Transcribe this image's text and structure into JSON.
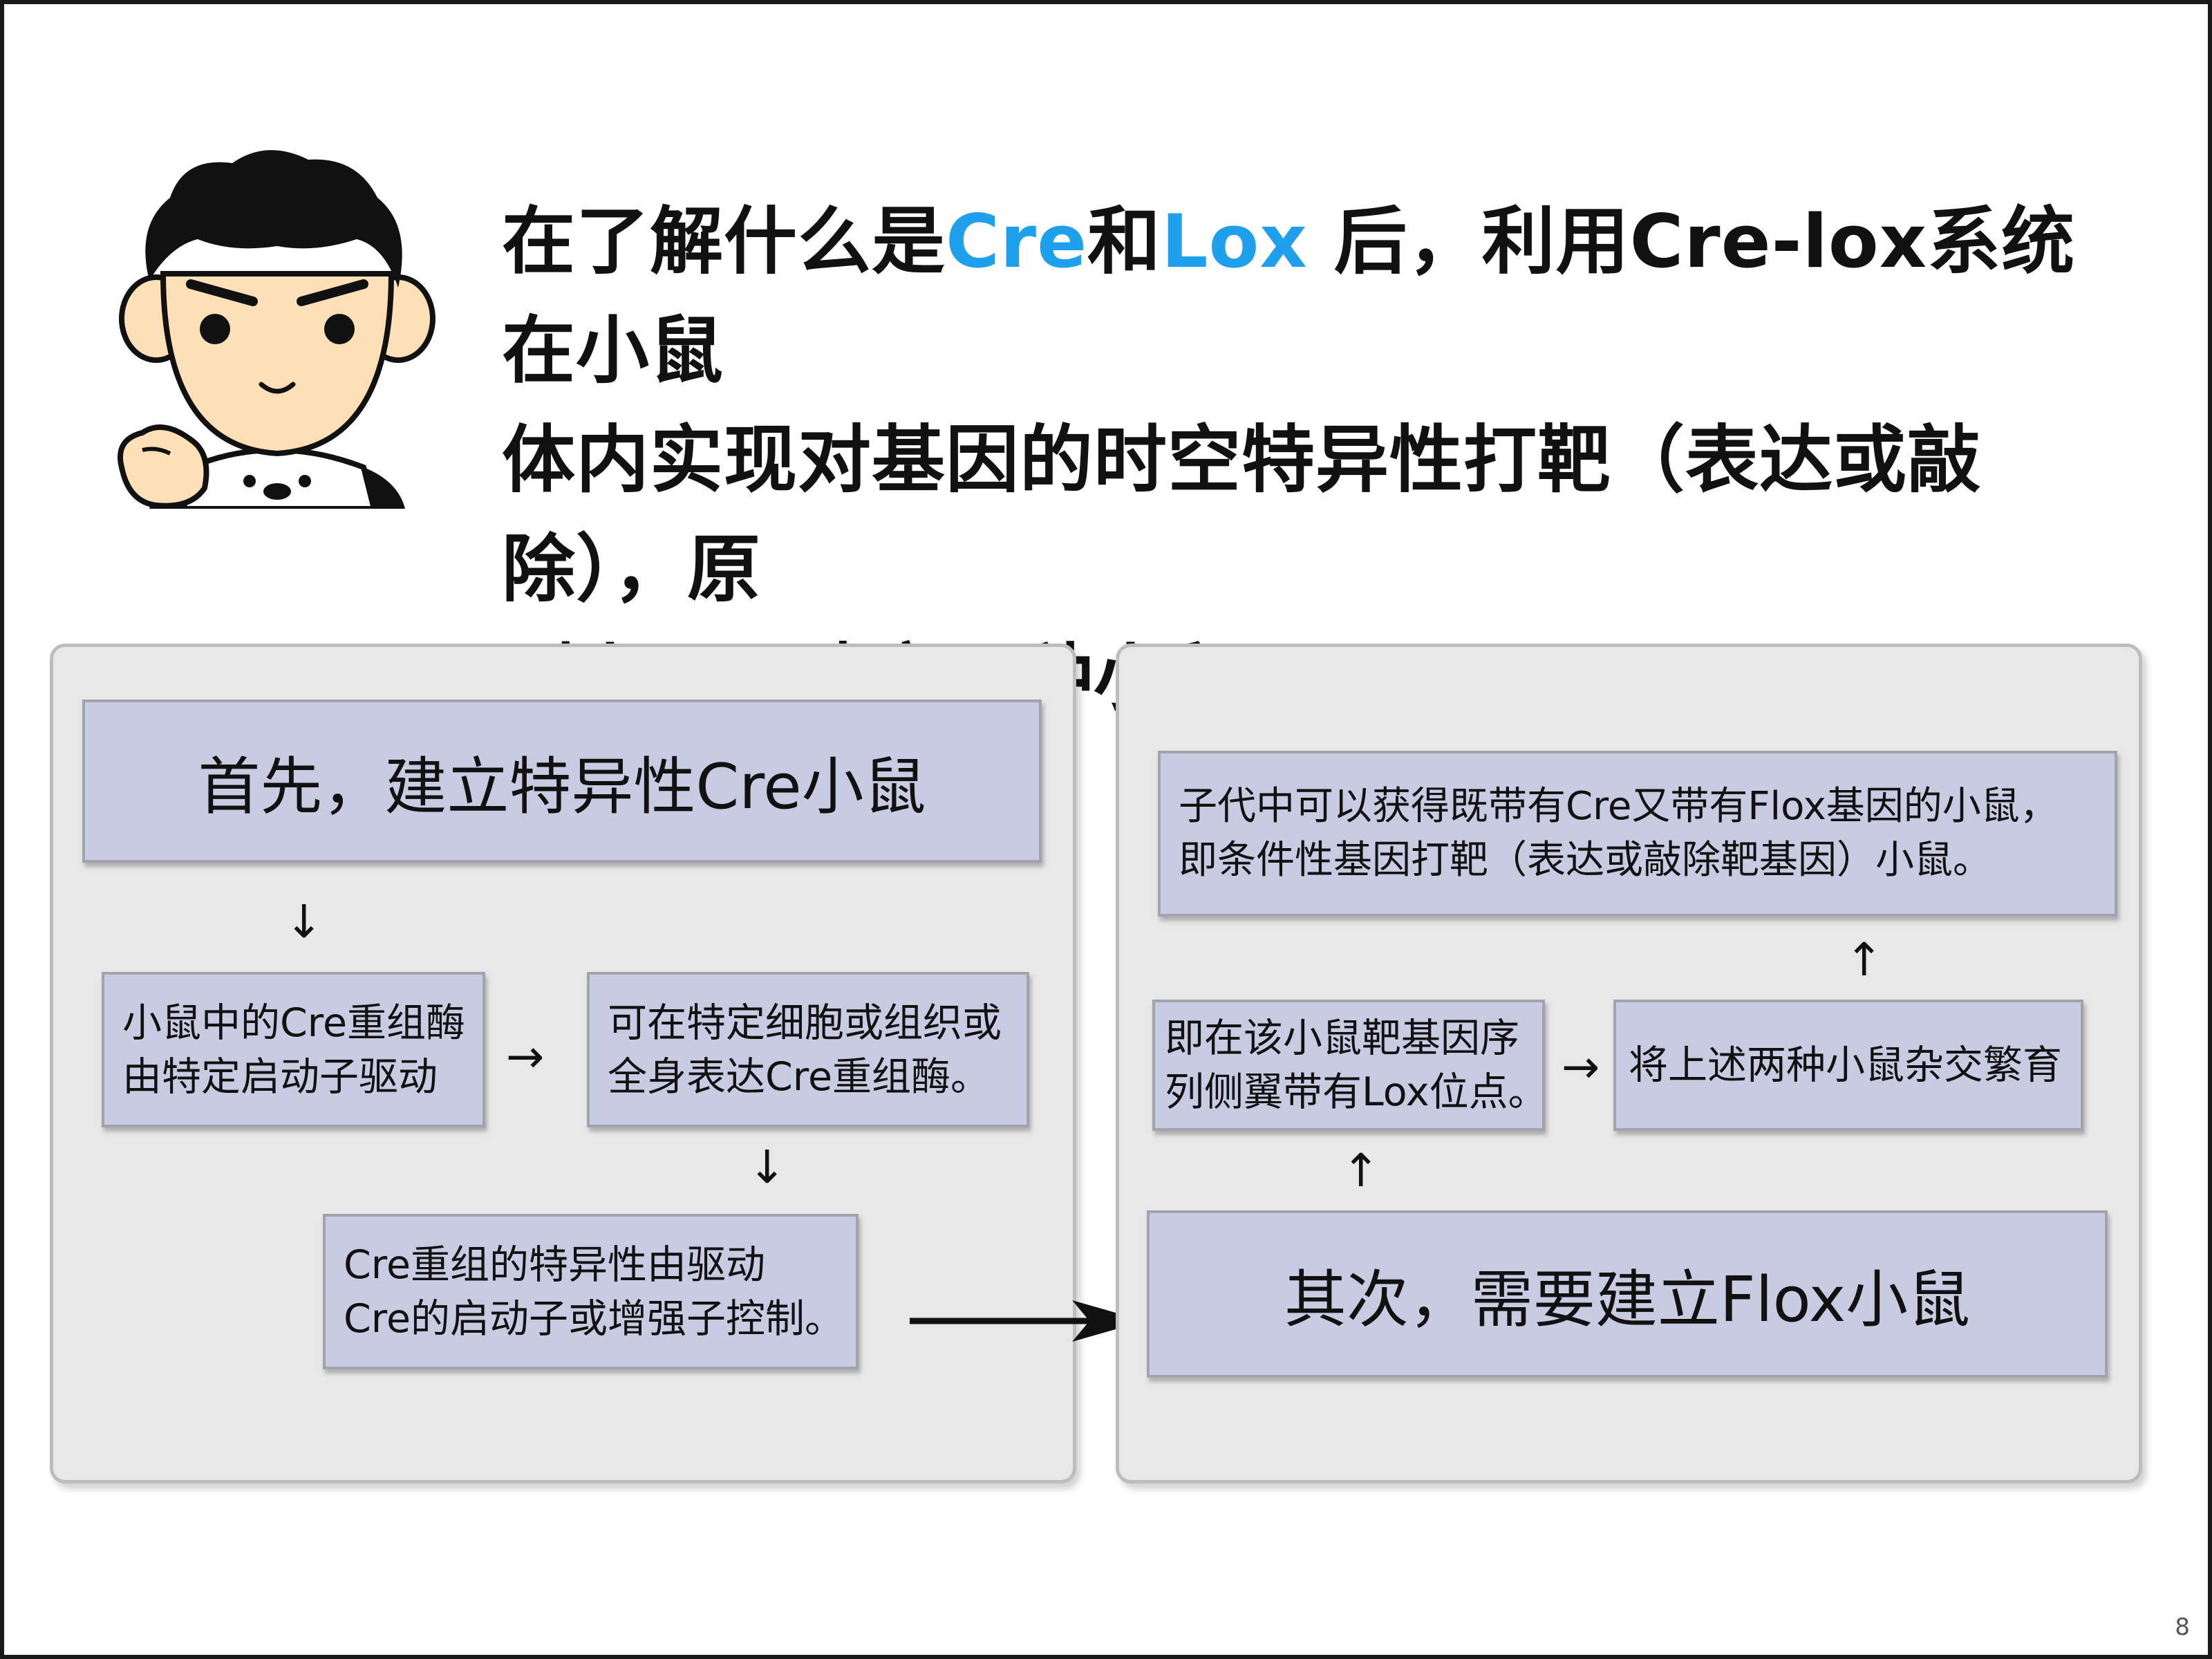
{
  "intro": {
    "line1_pre": "在了解什么是",
    "term_cre": "Cre",
    "and": "和",
    "term_lox": "Lox",
    "line1_post": " 后，利用Cre-lox系统在小鼠",
    "line2": "体内实现对基因的时空特异性打靶（表达或敲除），原",
    "line3": "则上需要建立两种小鼠。"
  },
  "colors": {
    "highlight": "#1ea0ec",
    "box_fill": "#c8cbe2",
    "panel_fill": "#e8e8e8"
  },
  "left_panel": {
    "heading": "首先，建立特异性Cre小鼠",
    "box1": [
      "小鼠中的Cre重组酶",
      "由特定启动子驱动"
    ],
    "box2": [
      "可在特定细胞或组织或",
      "全身表达Cre重组酶。"
    ],
    "box3": [
      "Cre重组的特异性由驱动",
      "Cre的启动子或增强子控制。"
    ]
  },
  "right_panel": {
    "result_box": [
      "子代中可以获得既带有Cre又带有Flox基因的小鼠，",
      "即条件性基因打靶（表达或敲除靶基因）小鼠。"
    ],
    "lox_box": [
      "即在该小鼠靶基因序",
      "列侧翼带有Lox位点。"
    ],
    "cross_box": "将上述两种小鼠杂交繁育",
    "heading": "其次，需要建立Flox小鼠"
  },
  "arrows": {
    "down": "↓",
    "right": "→",
    "up": "↑"
  },
  "page_number": "8"
}
